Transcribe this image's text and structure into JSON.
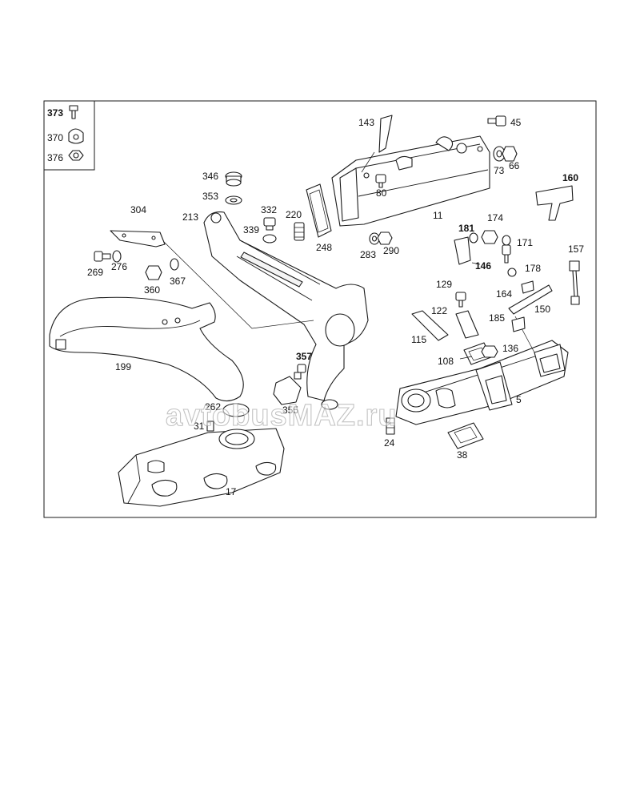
{
  "labels": {
    "l373": "373",
    "l370": "370",
    "l376": "376",
    "l143": "143",
    "l45": "45",
    "l73": "73",
    "l66": "66",
    "l80": "80",
    "l11": "11",
    "l346": "346",
    "l353": "353",
    "l332": "332",
    "l339": "339",
    "l220": "220",
    "l213": "213",
    "l248": "248",
    "l283": "283",
    "l290": "290",
    "l160": "160",
    "l181": "181",
    "l174": "174",
    "l171": "171",
    "l146": "146",
    "l178": "178",
    "l157": "157",
    "l304": "304",
    "l269": "269",
    "l276": "276",
    "l360": "360",
    "l367": "367",
    "l129": "129",
    "l164": "164",
    "l122": "122",
    "l150": "150",
    "l185": "185",
    "l115": "115",
    "l136": "136",
    "l108": "108",
    "l5": "5",
    "l199": "199",
    "l357": "357",
    "l262": "262",
    "l31": "31",
    "l355": "355",
    "l24": "24",
    "l38": "38",
    "l17": "17"
  },
  "watermark": "avtobusMAZ.ru"
}
